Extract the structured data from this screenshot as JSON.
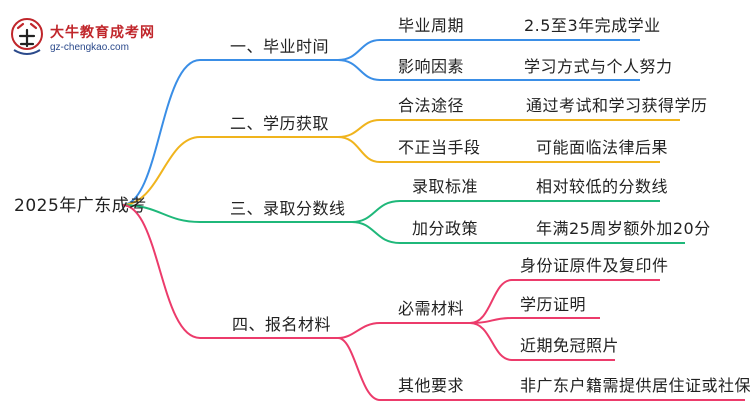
{
  "logo": {
    "cn": "大牛教育成考网",
    "url": "gz-chengkao.com"
  },
  "root": "2025年广东成考",
  "branches": [
    {
      "label": "一、毕业时间",
      "color": "#3a8ee6",
      "children": [
        {
          "label": "毕业周期",
          "leaf": "2.5至3年完成学业"
        },
        {
          "label": "影响因素",
          "leaf": "学习方式与个人努力"
        }
      ]
    },
    {
      "label": "二、学历获取",
      "color": "#f0b41d",
      "children": [
        {
          "label": "合法途径",
          "leaf": "通过考试和学习获得学历"
        },
        {
          "label": "不正当手段",
          "leaf": "可能面临法律后果"
        }
      ]
    },
    {
      "label": "三、录取分数线",
      "color": "#1fb87a",
      "children": [
        {
          "label": "录取标准",
          "leaf": "相对较低的分数线"
        },
        {
          "label": "加分政策",
          "leaf": "年满25周岁额外加20分"
        }
      ]
    },
    {
      "label": "四、报名材料",
      "color": "#ec3b6b",
      "children": [
        {
          "label": "必需材料",
          "items": [
            "身份证原件及复印件",
            "学历证明",
            "近期免冠照片"
          ]
        },
        {
          "label": "其他要求",
          "leaf": "非广东户籍需提供居住证或社保证明"
        }
      ]
    }
  ]
}
